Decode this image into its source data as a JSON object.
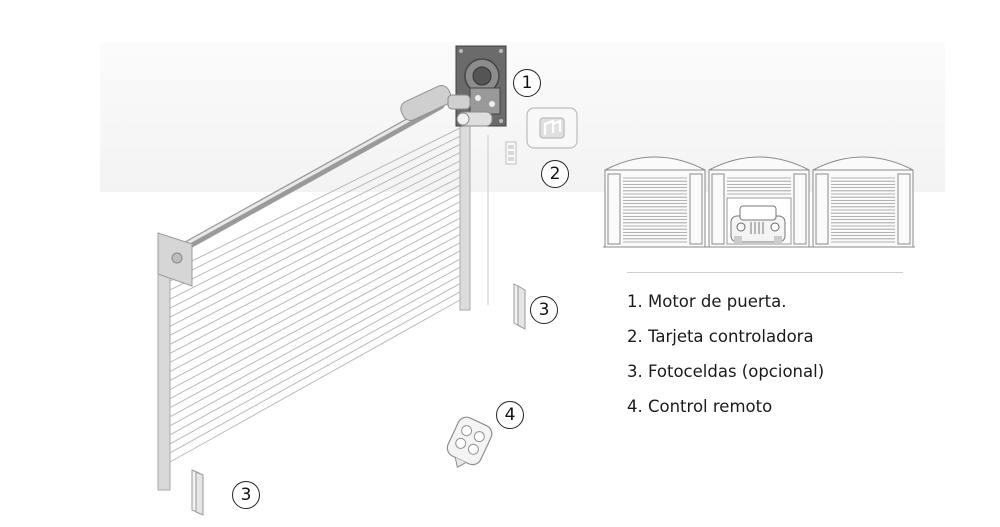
{
  "diagram": {
    "callouts": {
      "motor": "1",
      "controller": "2",
      "photocell_right": "3",
      "remote": "4",
      "photocell_left": "3"
    },
    "legend": [
      "1.  Motor de puerta.",
      "2.  Tarjeta controladora",
      "3.  Fotoceldas (opcional)",
      "4. Control remoto"
    ],
    "colors": {
      "line": "#8a8a8a",
      "slat": "#b9b9b9",
      "motor_plate": "#6b6b6b",
      "post": "#d6d6d6",
      "callout_border": "#222222"
    }
  }
}
